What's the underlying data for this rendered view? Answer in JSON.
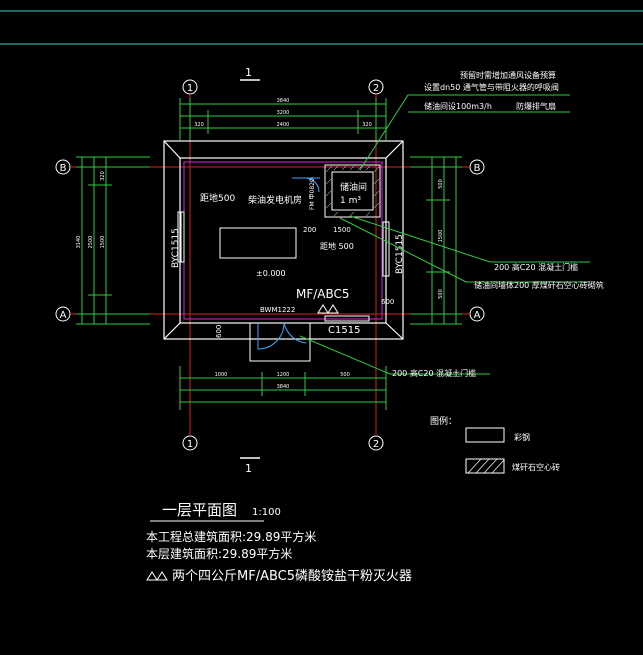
{
  "colors": {
    "background": "#000000",
    "frame": "#3fd7c8",
    "wall": "#ffffff",
    "axis": "#d82222",
    "dimension": "#2ecc40",
    "text": "#ffffff",
    "leader": "#2ecc40",
    "magenta": "#e020e0",
    "door": "#3fa9ff"
  },
  "axes": {
    "top": [
      "1",
      "2"
    ],
    "bottom": [
      "1",
      "2"
    ],
    "left": [
      "B",
      "A"
    ],
    "right": [
      "B",
      "A"
    ]
  },
  "section_marks": [
    "1",
    "1"
  ],
  "rooms": {
    "main": "柴油发电机房",
    "tank_line1": "储油间",
    "tank_line2": "1 m³"
  },
  "labels": {
    "dist_500_a": "距地500",
    "dist_500_b": "距地 500",
    "window_left": "BYC1515",
    "window_right": "BYC1515",
    "elevation": "±0.000",
    "extinguisher": "MF/ABC5",
    "door_top": "BWM1222",
    "window_bottom": "C1515",
    "fm_door": "FM 甲0820",
    "dim_200": "200",
    "dim_1500": "1500",
    "dim_600_right": "600",
    "dim_600_left": "600"
  },
  "notes": [
    "预留时需增加通风设备预算",
    "设置dn50 通气管与带阻火器的呼吸阀",
    "储油间设100m3/h",
    "防爆排气扇",
    "200  高C20  混凝土门槛",
    "储油间墙体200  厚煤矸石空心砖砌筑",
    "200  高C20  混凝土门槛"
  ],
  "dim_texts": {
    "top_outer": "3840",
    "top_inner": "3200",
    "top_seg_a": "320",
    "top_seg_b": "2400",
    "top_seg_c": "320",
    "bottom_a": "1000",
    "bottom_b": "1200",
    "bottom_c": "500",
    "bottom_total": "3840",
    "left_outer": "3140",
    "left_inner": "2500",
    "left_seg_a": "320",
    "left_seg_b": "1500",
    "right_a": "500",
    "right_b": "1500",
    "right_c": "500"
  },
  "legend": {
    "title": "图例：",
    "item1": "彩钢",
    "item2": "煤矸石空心砖"
  },
  "title": {
    "name": "一层平面图",
    "scale": "1:100"
  },
  "info": [
    "本工程总建筑面积:29.89平方米",
    "本层建筑面积:29.89平方米"
  ],
  "extinguisher_note": "两个四公斤MF/ABC5磷酸铵盐干粉灭火器"
}
